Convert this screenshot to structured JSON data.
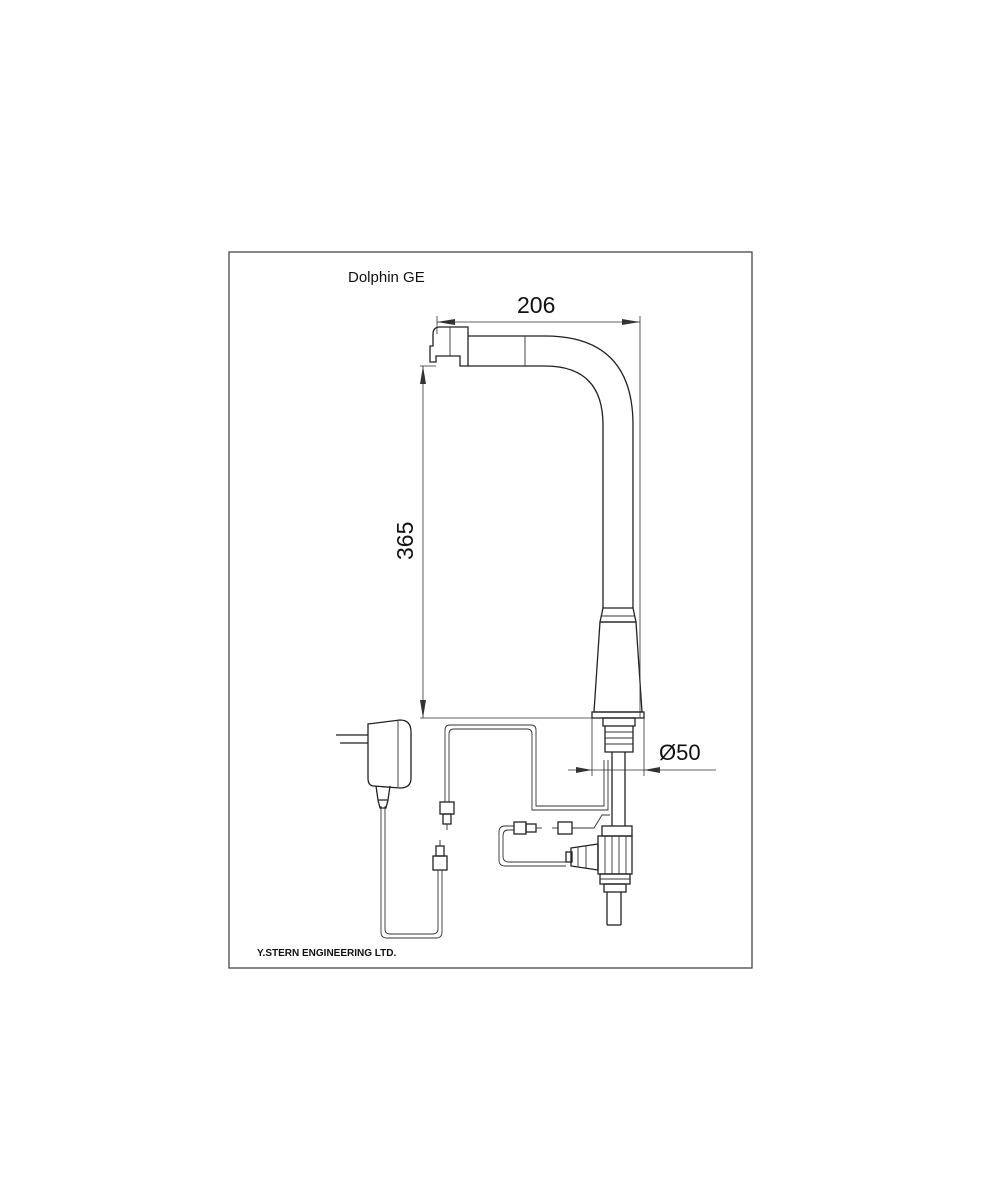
{
  "drawing": {
    "model_name": "Dolphin GE",
    "company": "Y.STERN ENGINEERING LTD.",
    "dimensions": {
      "spout_reach": "206",
      "spout_height": "365",
      "base_diameter": "Ø50"
    }
  },
  "colors": {
    "line": "#222222",
    "background": "#ffffff"
  }
}
